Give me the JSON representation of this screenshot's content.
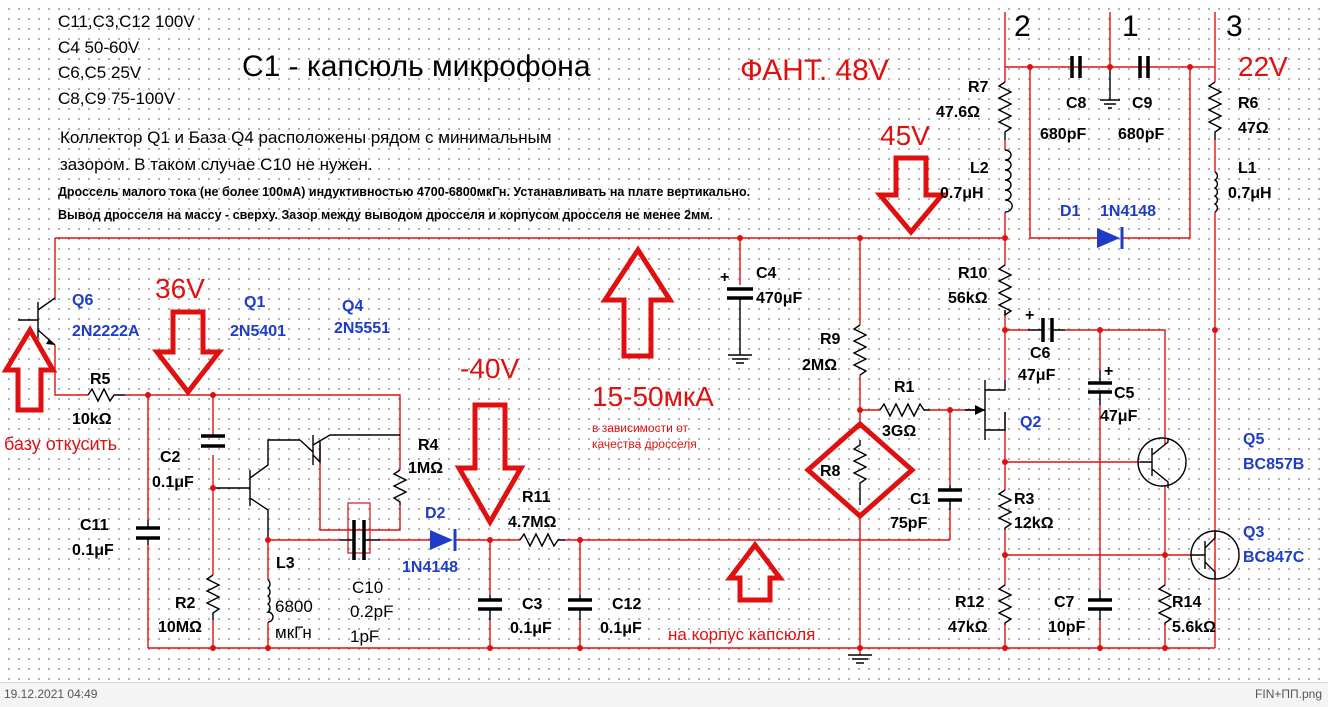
{
  "notes": {
    "line1": "C11,C3,C12  100V",
    "line2": "C4  50-60V",
    "line3": "C6,C5  25V",
    "line4": "C8,C9  75-100V",
    "title": "C1 - капсюль микрофона",
    "phantom": "ФАНТ. 48V",
    "para1a": "Коллектор Q1 и База Q4 расположены рядом с минимальным",
    "para1b": "зазором. В таком случае C10 не нужен.",
    "para2a": "Дроссель малого тока (не более 100мА) индуктивностью 4700-6800мкГн. Устанавливать на плате вертикально.",
    "para2b": "Вывод дросселя на массу - сверху. Зазор между выводом дросселя и корпусом дросселя не менее 2мм."
  },
  "pins": {
    "p2": "2",
    "p1": "1",
    "p3": "3"
  },
  "annotations": {
    "v22": "22V",
    "v45": "45V",
    "v36": "36V",
    "vneg40": "-40V",
    "current": "15-50мкА",
    "current_note1": "в зависимости от",
    "current_note2": "качества дросселя",
    "cut_base": "базу откусить",
    "capsule_body": "на корпус капсюля"
  },
  "components": {
    "R7": {
      "name": "R7",
      "value": "47.6Ω"
    },
    "L2": {
      "name": "L2",
      "value": "0.7μH"
    },
    "C8": {
      "name": "C8",
      "value": "680pF"
    },
    "C9": {
      "name": "C9",
      "value": "680pF"
    },
    "R6": {
      "name": "R6",
      "value": "47Ω"
    },
    "L1": {
      "name": "L1",
      "value": "0.7μH"
    },
    "D1": {
      "name": "D1",
      "value": "1N4148"
    },
    "C4": {
      "name": "C4",
      "value": "470μF"
    },
    "R10": {
      "name": "R10",
      "value": "56kΩ"
    },
    "R9": {
      "name": "R9",
      "value": "2MΩ"
    },
    "C6": {
      "name": "C6",
      "value": "47μF"
    },
    "C5": {
      "name": "C5",
      "value": "47μF"
    },
    "R1": {
      "name": "R1",
      "value": "3GΩ"
    },
    "Q2": {
      "name": "Q2"
    },
    "Q5": {
      "name": "Q5",
      "value": "BC857B"
    },
    "R8": {
      "name": "R8"
    },
    "C1": {
      "name": "C1",
      "value": "75pF"
    },
    "R3": {
      "name": "R3",
      "value": "12kΩ"
    },
    "Q3": {
      "name": "Q3",
      "value": "BC847C"
    },
    "R12": {
      "name": "R12",
      "value": "47kΩ"
    },
    "C7": {
      "name": "C7",
      "value": "10pF"
    },
    "R14": {
      "name": "R14",
      "value": "5.6kΩ"
    },
    "Q6": {
      "name": "Q6",
      "value": "2N2222A"
    },
    "Q1": {
      "name": "Q1",
      "value": "2N5401"
    },
    "Q4": {
      "name": "Q4",
      "value": "2N5551"
    },
    "R5": {
      "name": "R5",
      "value": "10kΩ"
    },
    "C2": {
      "name": "C2",
      "value": "0.1μF"
    },
    "R4": {
      "name": "R4",
      "value": "1MΩ"
    },
    "C11": {
      "name": "C11",
      "value": "0.1μF"
    },
    "R2": {
      "name": "R2",
      "value": "10MΩ"
    },
    "L3": {
      "name": "L3",
      "value": "6800",
      "value2": "мкГн"
    },
    "C10": {
      "name": "C10",
      "value": "0.2pF",
      "value2": "1pF"
    },
    "D2": {
      "name": "D2",
      "value": "1N4148"
    },
    "R11": {
      "name": "R11",
      "value": "4.7MΩ"
    },
    "C3": {
      "name": "C3",
      "value": "0.1μF"
    },
    "C12": {
      "name": "C12",
      "value": "0.1μF"
    }
  },
  "polarity": {
    "plus": "+"
  },
  "status": {
    "date": "19.12.2021 04:49",
    "file": "FIN+ПП.png"
  }
}
